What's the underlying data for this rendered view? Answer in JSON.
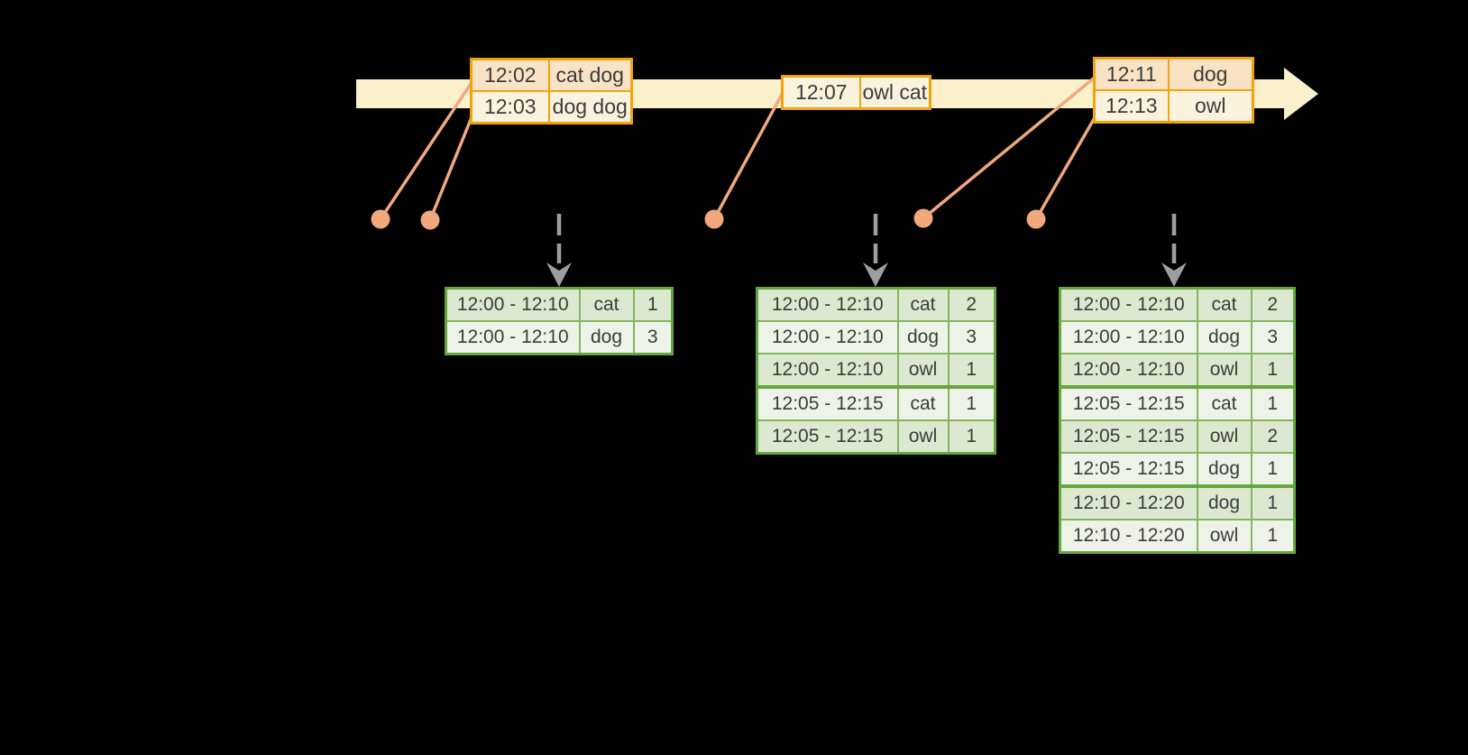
{
  "colors": {
    "background": "#000000",
    "timeline_fill": "#FAF0CB",
    "event_border": "#F0A30A",
    "event_row_dark": "#FAE3C5",
    "event_row_light": "#FCF3DE",
    "connector": "#F0A87C",
    "trigger_arrow": "#9E9EA0",
    "result_border": "#66A63F",
    "result_border_light": "#85B65F",
    "result_row_dark": "#DCE8D0",
    "result_row_light": "#EEF3E9",
    "text": "#3C3C3C"
  },
  "icons": {
    "timeline_arrow": "right-arrow",
    "event_marker": "filled-circle",
    "trigger_arrow": "dashed-down-arrow"
  },
  "event_tables": [
    {
      "rows": [
        {
          "time": "12:02",
          "words": "cat dog"
        },
        {
          "time": "12:03",
          "words": "dog dog"
        }
      ]
    },
    {
      "rows": [
        {
          "time": "12:07",
          "words": "owl cat"
        }
      ]
    },
    {
      "rows": [
        {
          "time": "12:11",
          "words": "dog"
        },
        {
          "time": "12:13",
          "words": "owl"
        }
      ]
    }
  ],
  "result_tables": [
    {
      "rows": [
        {
          "window": "12:00 - 12:10",
          "word": "cat",
          "count": "1"
        },
        {
          "window": "12:00 - 12:10",
          "word": "dog",
          "count": "3"
        }
      ]
    },
    {
      "rows": [
        {
          "window": "12:00 - 12:10",
          "word": "cat",
          "count": "2"
        },
        {
          "window": "12:00 - 12:10",
          "word": "dog",
          "count": "3"
        },
        {
          "window": "12:00 - 12:10",
          "word": "owl",
          "count": "1"
        },
        {
          "window": "12:05 - 12:15",
          "word": "cat",
          "count": "1"
        },
        {
          "window": "12:05 - 12:15",
          "word": "owl",
          "count": "1"
        }
      ]
    },
    {
      "rows": [
        {
          "window": "12:00 - 12:10",
          "word": "cat",
          "count": "2"
        },
        {
          "window": "12:00 - 12:10",
          "word": "dog",
          "count": "3"
        },
        {
          "window": "12:00 - 12:10",
          "word": "owl",
          "count": "1"
        },
        {
          "window": "12:05 - 12:15",
          "word": "cat",
          "count": "1"
        },
        {
          "window": "12:05 - 12:15",
          "word": "owl",
          "count": "2"
        },
        {
          "window": "12:05 - 12:15",
          "word": "dog",
          "count": "1"
        },
        {
          "window": "12:10 - 12:20",
          "word": "dog",
          "count": "1"
        },
        {
          "window": "12:10 - 12:20",
          "word": "owl",
          "count": "1"
        }
      ]
    }
  ]
}
